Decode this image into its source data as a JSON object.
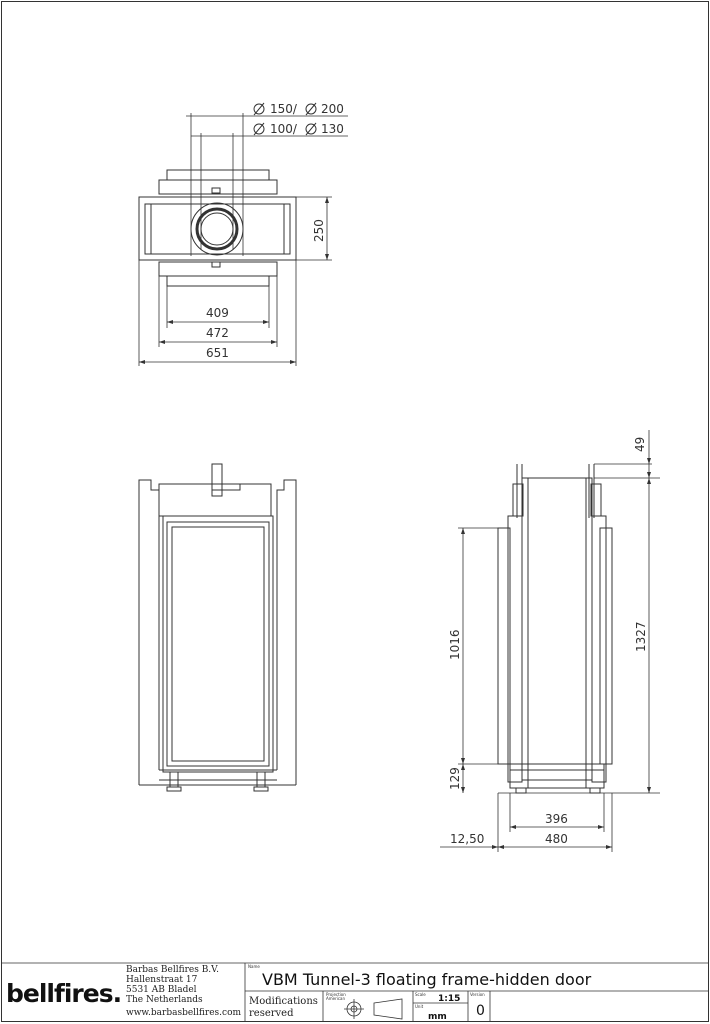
{
  "dimensions": {
    "top_view": {
      "dia_outer": "150/",
      "dia_outer_b": "200",
      "dia_inner": "100/",
      "dia_inner_b": "130",
      "depth": "250",
      "w1": "409",
      "w2": "472",
      "w3": "651"
    },
    "side_view": {
      "top_offset": "49",
      "glass_height": "1016",
      "total_height": "1327",
      "base_height": "129",
      "inner_width": "396",
      "offset": "12,50",
      "width": "480"
    }
  },
  "title_block": {
    "logo": "bellfires.",
    "company": [
      "Barbas Bellfires B.V.",
      "Hallenstraat 17",
      "5531 AB Bladel",
      "The Netherlands",
      "www.barbasbellfires.com"
    ],
    "name_label": "Name",
    "drawing_name": "VBM Tunnel-3 floating frame-hidden door",
    "modifications": [
      "Modifications",
      "reserved"
    ],
    "projection_label": [
      "Projection",
      "American"
    ],
    "scale_label": "Scale",
    "scale_value": "1:15",
    "unit_label": "Unit",
    "unit_value": "mm",
    "version_label": "Version",
    "version_value": "0"
  }
}
